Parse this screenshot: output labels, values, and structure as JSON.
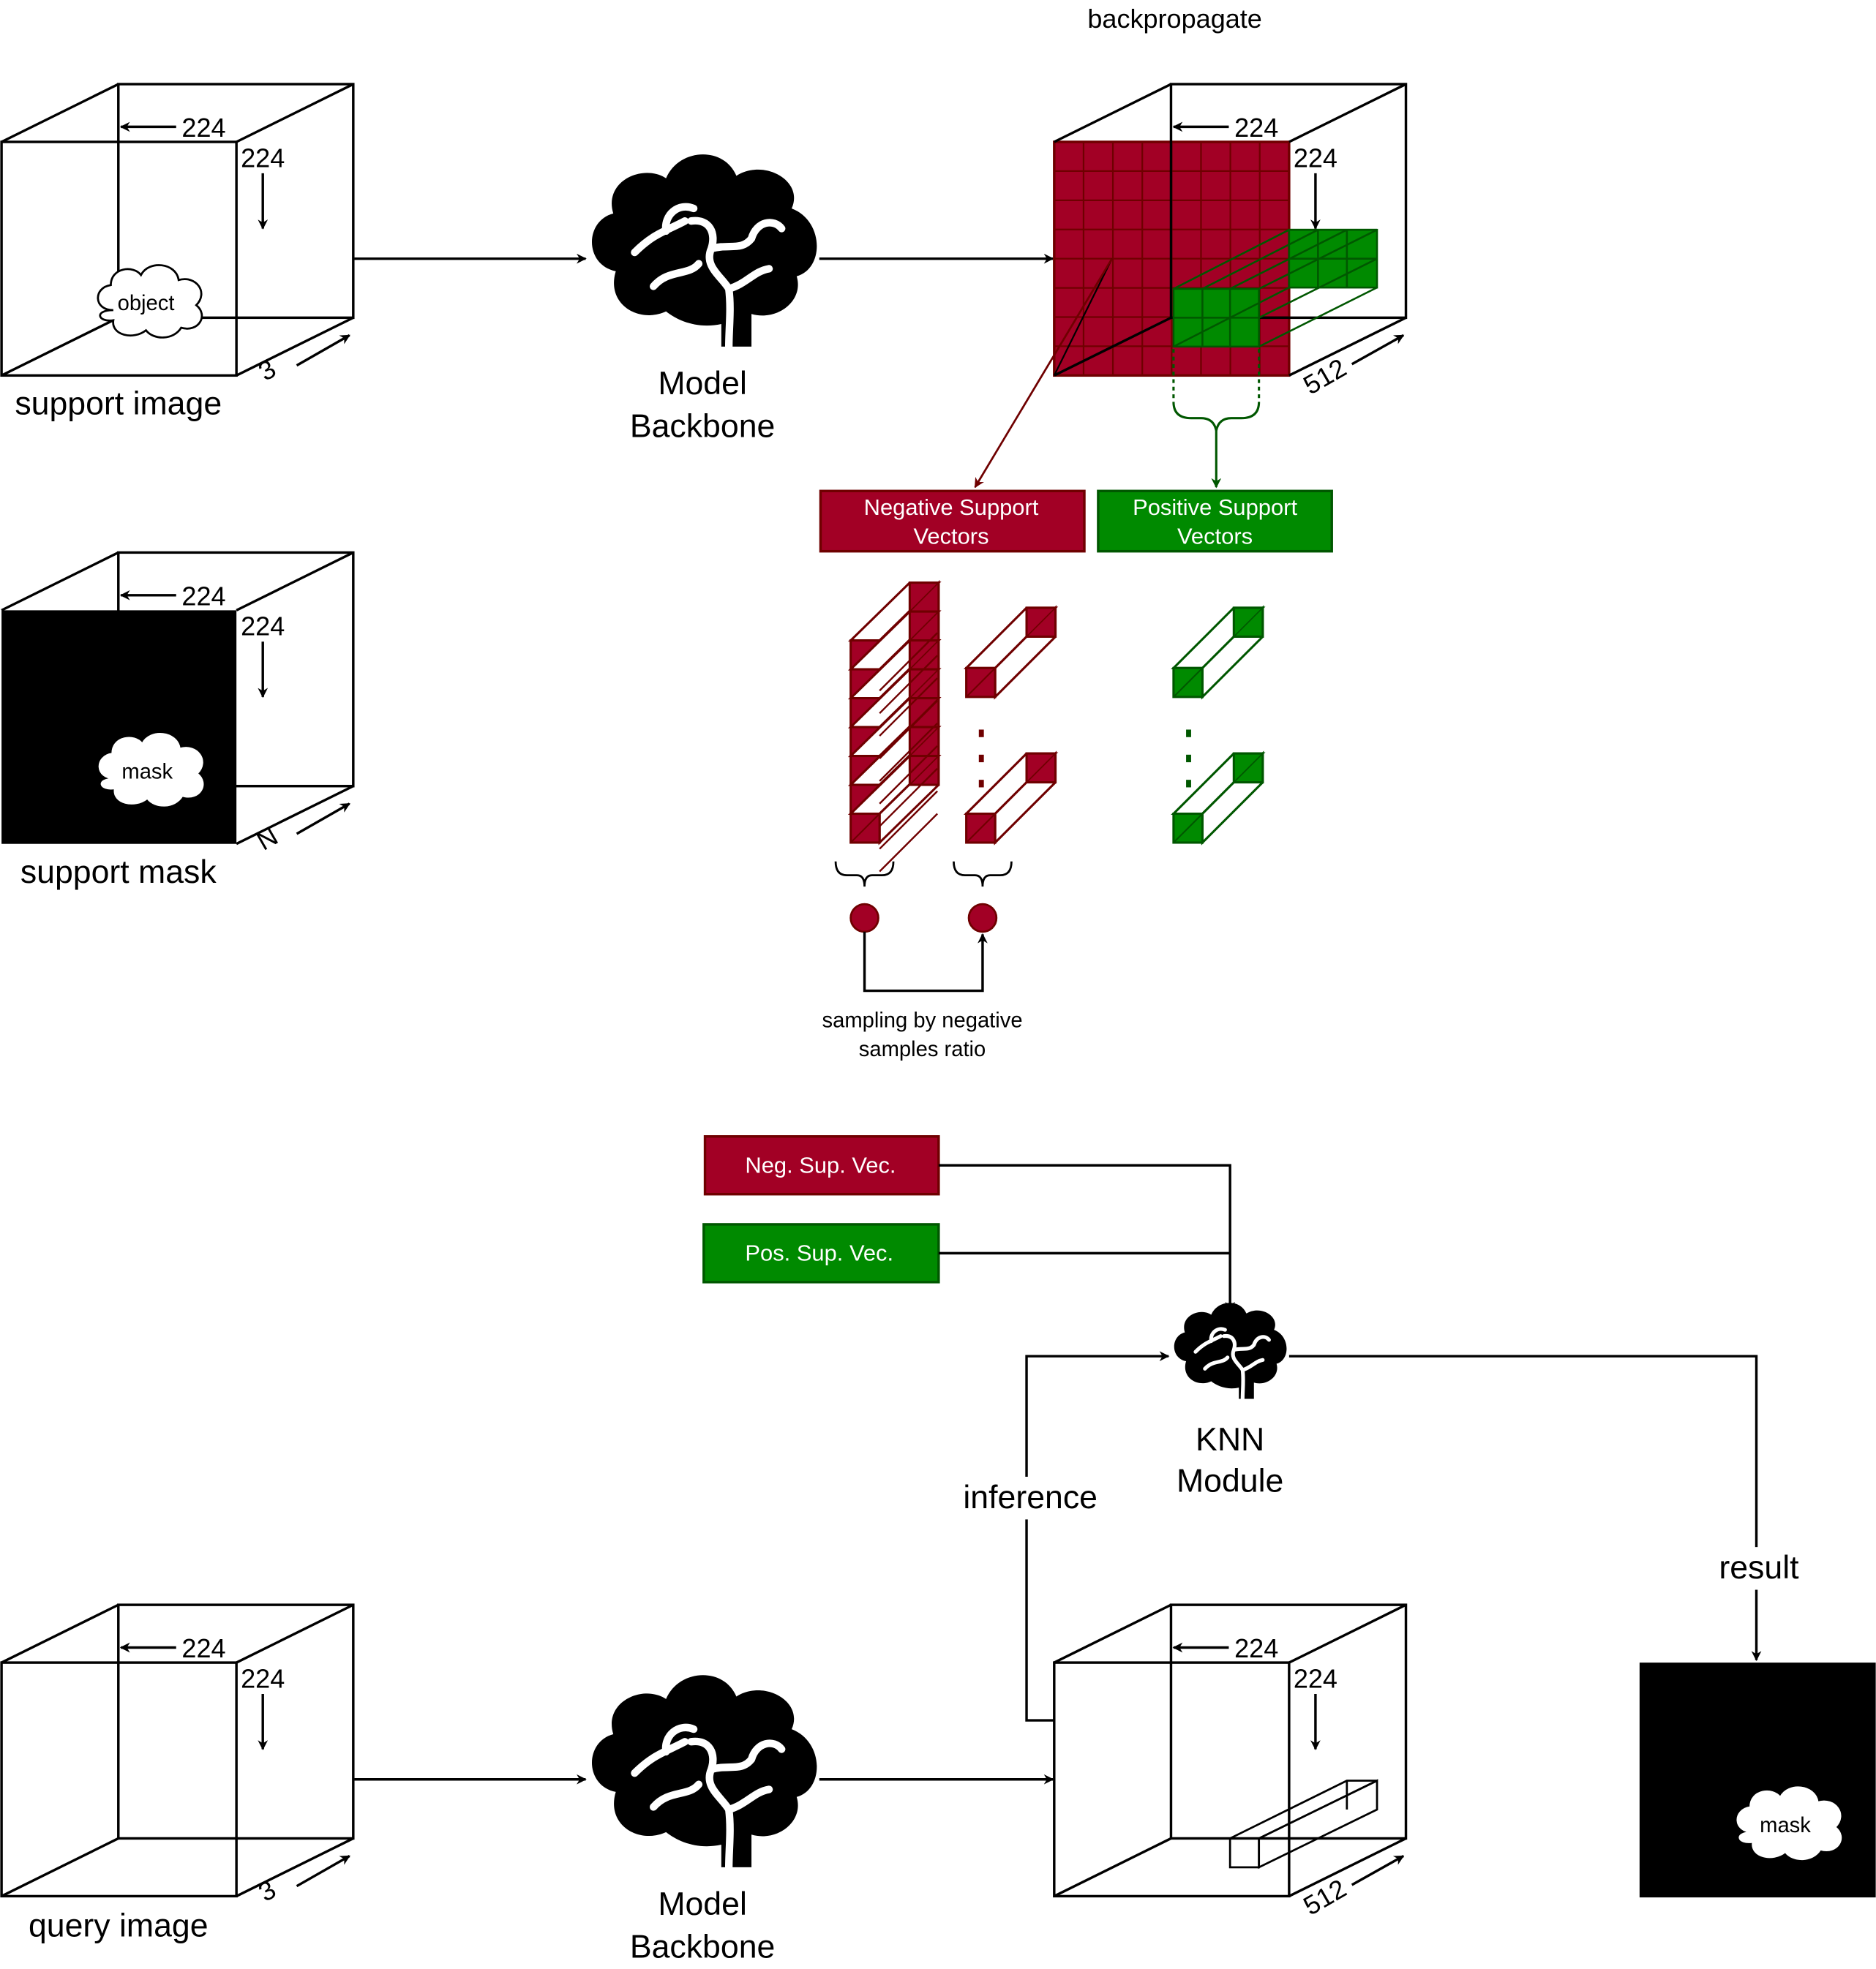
{
  "colors": {
    "negative": "#a20025",
    "positive": "#008a00",
    "negative_dark": "#6f0000",
    "positive_dark": "#005700",
    "ink": "#000000",
    "paper": "#ffffff"
  },
  "labels": {
    "backpropagate": "backpropagate",
    "support_image": "support image",
    "support_mask": "support mask",
    "query_image": "query image",
    "object": "object",
    "mask": "mask",
    "model": "Model",
    "backbone": "Backbone",
    "knn_line1": "KNN",
    "knn_line2": "Module",
    "inference": "inference",
    "result": "result",
    "neg_sv_line1": "Negative Support",
    "neg_sv_line2": "Vectors",
    "pos_sv_line1": "Positive Support",
    "pos_sv_line2": "Vectors",
    "neg_short": "Neg. Sup. Vec.",
    "pos_short": "Pos. Sup. Vec.",
    "sampling_line1": "sampling by negative",
    "sampling_line2": "samples ratio"
  },
  "dims": {
    "w": "224",
    "h": "224",
    "c_rgb": "3",
    "c_mask": "N",
    "c_feat": "512"
  },
  "icons": {
    "backbone": "brain-icon",
    "knn": "brain-icon",
    "cloud": "cloud-icon"
  }
}
